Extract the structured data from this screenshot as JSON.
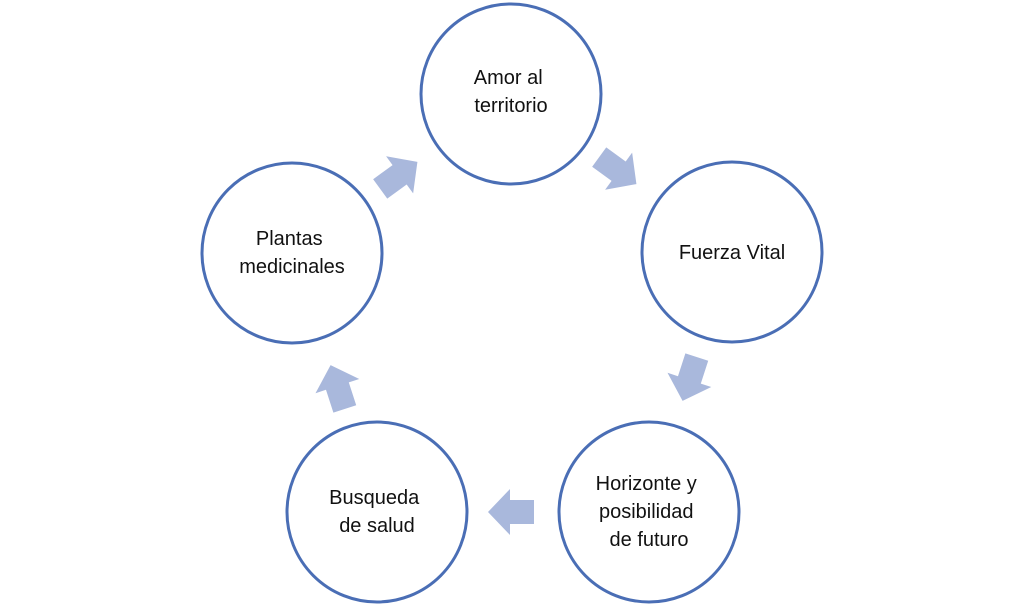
{
  "diagram": {
    "type": "cycle",
    "colors": {
      "circle_stroke": "#4a6eb5",
      "circle_fill": "#ffffff",
      "arrow": "#a9b8dc",
      "text": "#111111"
    },
    "nodes": [
      {
        "lines": [
          "Amor al",
          "territorio"
        ]
      },
      {
        "lines": [
          "Fuerza Vital"
        ]
      },
      {
        "lines": [
          "Horizonte y",
          "posibilidad",
          "de futuro"
        ]
      },
      {
        "lines": [
          "Busqueda",
          "de salud"
        ]
      },
      {
        "lines": [
          "Plantas",
          "medicinales"
        ]
      }
    ],
    "edges": [
      {
        "from": 0,
        "to": 1
      },
      {
        "from": 1,
        "to": 2
      },
      {
        "from": 2,
        "to": 3
      },
      {
        "from": 3,
        "to": 4
      },
      {
        "from": 4,
        "to": 0
      }
    ]
  }
}
